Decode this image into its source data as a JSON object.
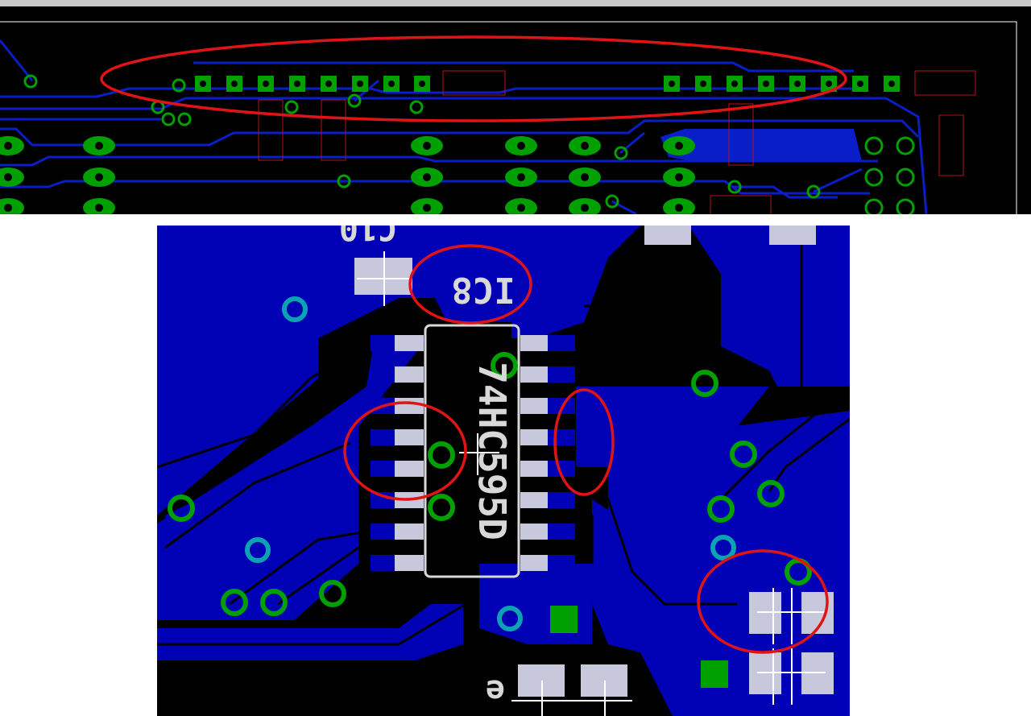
{
  "colors": {
    "board_background": "#000000",
    "copper_fill": "#0000b4",
    "trace": "#0a1ec8",
    "pad": "#00a000",
    "pad_hole": "#000000",
    "via_cyan": "#0ba3b3",
    "smd_pad": "#c8c8dc",
    "silkscreen": "#d8d8d8",
    "highlight_ellipse": "#e01414",
    "component_outline": "#b4141e",
    "toolbar_strip": "#c8c8c8"
  },
  "silkscreen": {
    "ic_label": "IC8",
    "ic_part": "74HC595D",
    "cap_ref": "C10",
    "bottom_ref": "e"
  }
}
